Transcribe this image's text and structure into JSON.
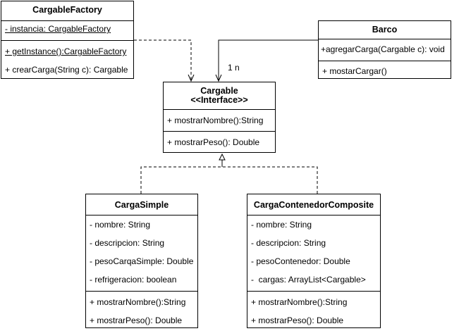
{
  "classes": {
    "factory": {
      "name": "CargableFactory",
      "attributes": [
        "- instancia: CargableFactory"
      ],
      "methods": [
        "+ getInstance():CargableFactory",
        "+ crearCarga(String c): Cargable"
      ]
    },
    "barco": {
      "name": "Barco",
      "methods_a": [
        "+agregarCarga(Cargable c): void"
      ],
      "methods_b": [
        "+ mostarCargar()"
      ]
    },
    "cargable": {
      "name": "Cargable",
      "stereotype": "<<Interface>>",
      "methods_a": [
        "+ mostrarNombre():String"
      ],
      "methods_b": [
        "+ mostrarPeso(): Double"
      ]
    },
    "simple": {
      "name": "CargaSimple",
      "attributes": [
        "- nombre: String",
        "- descripcion: String",
        "- pesoCarqaSimple: Double",
        "- refrigeracion: boolean"
      ],
      "methods": [
        "+ mostrarNombre():String",
        "+ mostrarPeso(): Double"
      ]
    },
    "composite": {
      "name": "CargaContenedorComposite",
      "attributes": [
        "- nombre: String",
        "- descripcion: String",
        "- pesoContenedor: Double",
        "-  cargas: ArrayList<Cargable>"
      ],
      "methods": [
        "+ mostrarNombre():String",
        "+ mostrarPeso(): Double"
      ]
    }
  },
  "multiplicity": "1 n"
}
